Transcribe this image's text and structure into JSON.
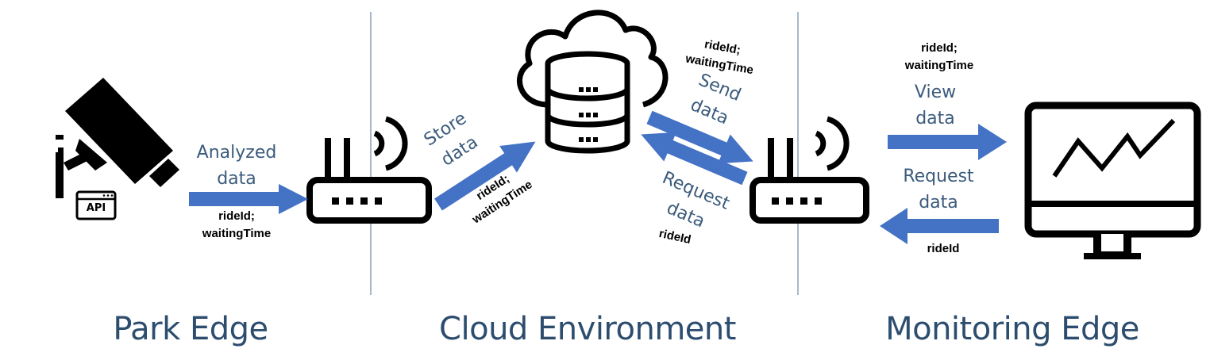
{
  "zones": {
    "park_edge": "Park Edge",
    "cloud_environment": "Cloud Environment",
    "monitoring_edge": "Monitoring Edge"
  },
  "icons": {
    "camera": "security-camera-icon",
    "api": "api-window-icon",
    "router_park": "wifi-router-icon",
    "cloud": "cloud-database-icon",
    "router_monitoring": "wifi-router-icon",
    "monitor": "line-chart-monitor-icon"
  },
  "icon_text": {
    "api": "API"
  },
  "flows": {
    "analyzed": {
      "label_line1": "Analyzed",
      "label_line2": "data",
      "field1": "rideId;",
      "field2": "waitingTime"
    },
    "store": {
      "label_line1": "Store",
      "label_line2": "data",
      "field1": "rideId;",
      "field2": "waitingTime"
    },
    "send": {
      "field1": "rideId;",
      "field2": "waitingTime",
      "label_line1": "Send",
      "label_line2": "data"
    },
    "request_cloud": {
      "label_line1": "Request",
      "label_line2": "data",
      "field1": "rideId"
    },
    "view": {
      "field1": "rideId;",
      "field2": "waitingTime",
      "label_line1": "View",
      "label_line2": "data"
    },
    "request_monitor": {
      "label_line1": "Request",
      "label_line2": "data",
      "field1": "rideId"
    }
  },
  "colors": {
    "arrow": "#4472c4",
    "zone_text": "#2d4d6f",
    "label_text": "#3b5b7c",
    "divider": "#6f8aa6"
  }
}
